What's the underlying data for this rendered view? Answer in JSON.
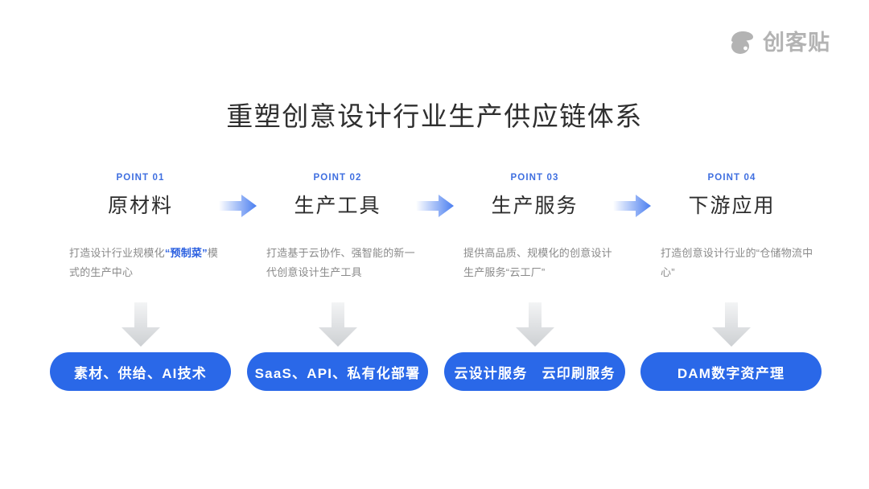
{
  "brand": {
    "name": "创客贴",
    "logo_icon": "hat-logo-icon",
    "color": "#b3b3b3"
  },
  "title": "重塑创意设计行业生产供应链体系",
  "theme": {
    "accent_blue": "#2a68e8",
    "point_label_blue": "#3f6fe0",
    "body_gray": "#8a8a8a",
    "arrow_gray": "#d4d6d8",
    "background": "#ffffff"
  },
  "columns": [
    {
      "point": "POINT 01",
      "heading": "原材料",
      "desc_before": "打造设计行业规模化",
      "desc_highlight": "“预制菜”",
      "desc_after": "模式的生产中心",
      "pill": "素材、供给、AI技术"
    },
    {
      "point": "POINT 02",
      "heading": "生产工具",
      "desc_before": "打造基于云协作、强智能的新一代创意设计生产工具",
      "desc_highlight": "",
      "desc_after": "",
      "pill": "SaaS、API、私有化部署"
    },
    {
      "point": "POINT 03",
      "heading": "生产服务",
      "desc_before": "提供高品质、规模化的创意设计生产服务“云工厂”",
      "desc_highlight": "",
      "desc_after": "",
      "pill": "云设计服务　云印刷服务"
    },
    {
      "point": "POINT 04",
      "heading": "下游应用",
      "desc_before": "打造创意设计行业的“仓储物流中心”",
      "desc_highlight": "",
      "desc_after": "",
      "pill": "DAM数字资产理"
    }
  ],
  "arrows": {
    "horizontal_icon": "arrow-right-icon",
    "horizontal_count": 3,
    "down_icon": "arrow-down-icon",
    "down_count": 4
  }
}
